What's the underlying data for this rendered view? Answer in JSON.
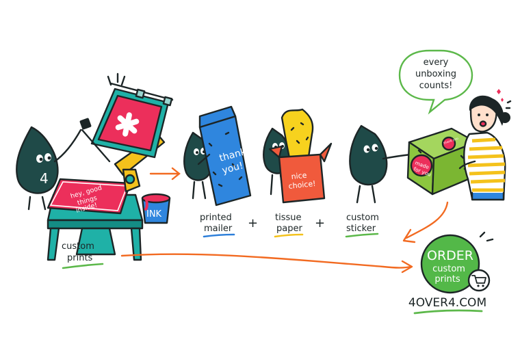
{
  "captions": {
    "prints": [
      "custom",
      "prints"
    ],
    "mailer": [
      "printed",
      "mailer"
    ],
    "tissue": [
      "tissue",
      "paper"
    ],
    "sticker": [
      "custom",
      "sticker"
    ]
  },
  "plus": "+",
  "speech": [
    "every",
    "unboxing",
    "counts!"
  ],
  "mascot_number": "4",
  "press_sheet": [
    "hey, good",
    "things",
    "inside!"
  ],
  "ink_label": "INK",
  "mailer_text": [
    "thank",
    "you!"
  ],
  "box_text": [
    "nice",
    "choice!"
  ],
  "sticker_text": [
    "made",
    "for you"
  ],
  "sticker_small": "thank you",
  "cta": [
    "ORDER",
    "custom",
    "prints"
  ],
  "site": "4OVER4.COM",
  "colors": {
    "mascot": "#1f4a48",
    "accent_pink": "#ec2f5b",
    "press_teal": "#1fb1a7",
    "press_yellow": "#f4c21c",
    "mailer_blue": "#2f86de",
    "tissue_yellow": "#f7d21e",
    "box_red": "#f05a3c",
    "gift_green": "#8cc63f",
    "arrow_orange": "#f26a21",
    "cta_green": "#53b848",
    "underline_green": "#5cb84a",
    "underline_blue": "#2c7ed9",
    "underline_yellow": "#f3c11a"
  }
}
